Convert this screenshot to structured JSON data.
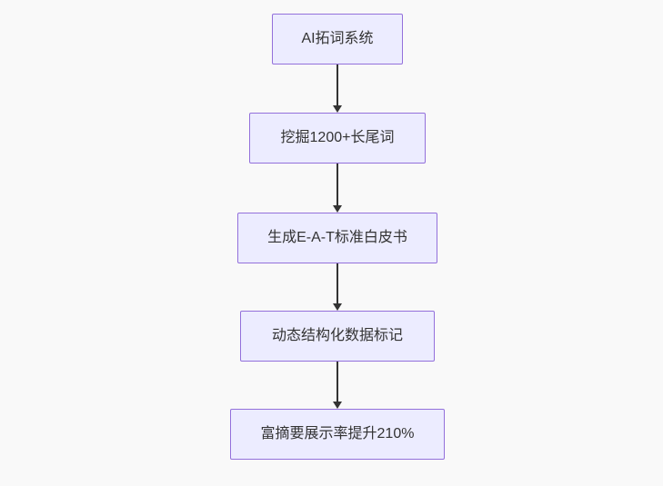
{
  "diagram": {
    "type": "flowchart",
    "direction": "top-down",
    "nodes": [
      {
        "label": "AI拓词系统"
      },
      {
        "label": "挖掘1200+长尾词"
      },
      {
        "label": "生成E-A-T标准白皮书"
      },
      {
        "label": "动态结构化数据标记"
      },
      {
        "label": "富摘要展示率提升210%"
      }
    ],
    "edges": [
      {
        "from": 0,
        "to": 1
      },
      {
        "from": 1,
        "to": 2
      },
      {
        "from": 2,
        "to": 3
      },
      {
        "from": 3,
        "to": 4
      }
    ],
    "colors": {
      "node_fill": "#ECECFF",
      "node_border": "#9370DB",
      "text": "#333333",
      "arrow": "#333333",
      "background": "#f9f9f9"
    }
  }
}
